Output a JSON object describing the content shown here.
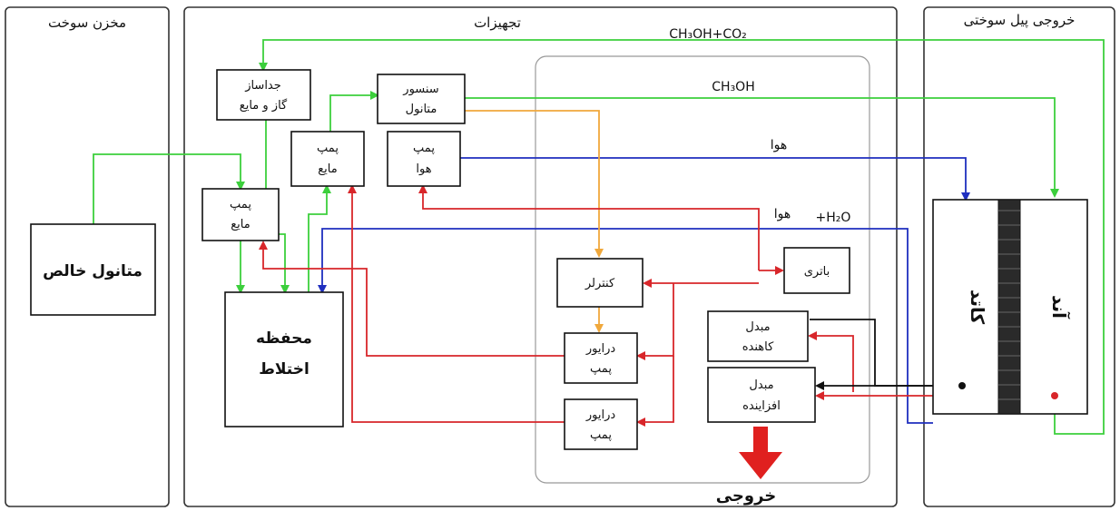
{
  "panels": {
    "storage": "مخزن سوخت",
    "equipment": "تجهیزات",
    "output": "خروجی پیل سوختی"
  },
  "boxes": {
    "separator": [
      "جداساز",
      "گاز و مایع"
    ],
    "sensor": [
      "سنسور",
      "متانول"
    ],
    "liquid_pump_1": [
      "پمپ",
      "مایع"
    ],
    "air_pump": [
      "پمپ",
      "هوا"
    ],
    "liquid_pump_2": [
      "پمپ",
      "مایع"
    ],
    "pure_methanol": "متانول خالص",
    "mixing_chamber": [
      "محفظه",
      "اختلاط"
    ],
    "controller": "کنترلر",
    "battery": "باتری",
    "driver_1": [
      "درایور",
      "پمپ"
    ],
    "driver_2": [
      "درایور",
      "پمپ"
    ],
    "buck": [
      "مبدل",
      "کاهنده"
    ],
    "boost": [
      "مبدل",
      "افزاینده"
    ],
    "cathode": "کاتد",
    "anode": "آند"
  },
  "labels": {
    "ch3oh_co2": "CH₃OH+CO₂",
    "ch3oh": "CH₃OH",
    "air": "هوا",
    "air_h2o_fa": "هوا",
    "air_h2o_chem": "+H₂O",
    "exit": "خروجی"
  },
  "colors": {
    "methanol_line": "#3ccf3c",
    "air_line": "#1f2fbf",
    "signal_line": "#d8262a",
    "sensor_line": "#f0a83c",
    "return_line": "#b6cc48"
  }
}
